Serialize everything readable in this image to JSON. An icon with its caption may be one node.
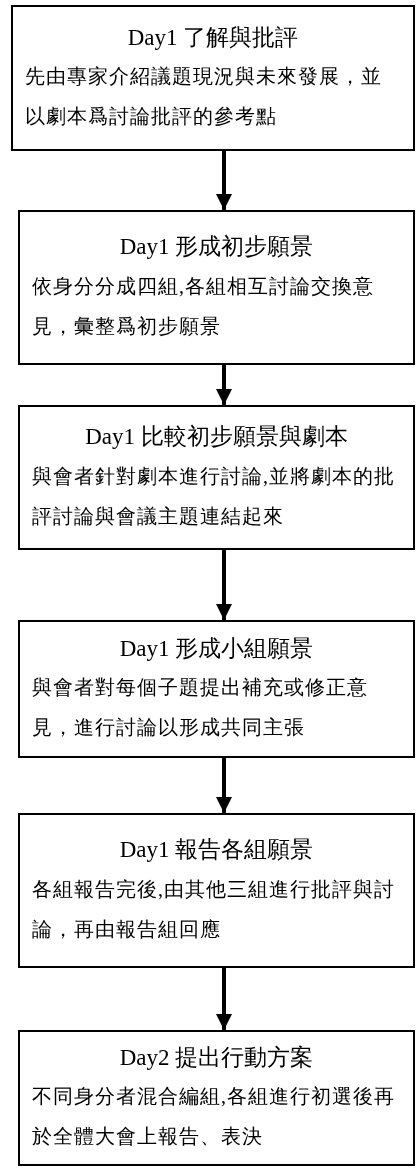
{
  "diagram": {
    "nodes": [
      {
        "text": [
          "Day1 了解與批評",
          "先由專家介紹議題現況與未來發展，並以劇本爲討論批評的參考點"
        ]
      },
      {
        "text": [
          "Day1 形成初步願景",
          "依身分分成四組,各組相互討論交換意見，彙整爲初步願景"
        ]
      },
      {
        "text": [
          "Day1 比較初步願景與劇本",
          "與會者針對劇本進行討論,並將劇本的批評討論與會議主題連結起來"
        ]
      },
      {
        "text": [
          "Day1 形成小組願景",
          "與會者對每個子題提出補充或修正意見，進行討論以形成共同主張"
        ]
      },
      {
        "text": [
          "Day1 報告各組願景",
          "各組報告完後,由其他三組進行批評與討論，再由報告組回應"
        ]
      },
      {
        "text": [
          "Day2 提出行動方案",
          "不同身分者混合編組,各組進行初選後再於全體大會上報告、表決"
        ]
      }
    ],
    "edges": [
      {
        "from": 0,
        "to": 1,
        "arrow": "to"
      },
      {
        "from": 1,
        "to": 2,
        "arrow": "to"
      },
      {
        "from": 2,
        "to": 3,
        "arrow": "to"
      },
      {
        "from": 3,
        "to": 4,
        "arrow": "to"
      },
      {
        "from": 4,
        "to": 5,
        "arrow": "to"
      }
    ]
  }
}
